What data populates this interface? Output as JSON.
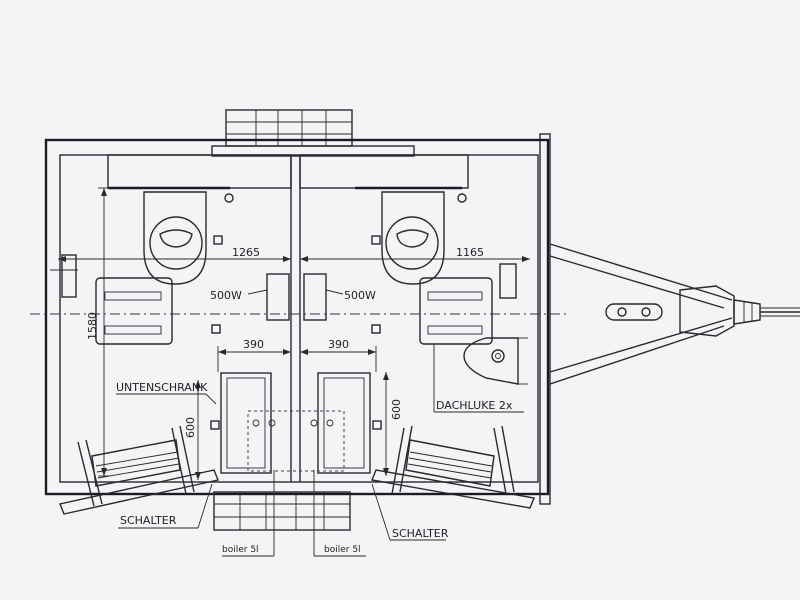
{
  "diagram": {
    "labels": {
      "dim_left_width": "1265",
      "dim_right_width": "1165",
      "dim_height": "1580",
      "power_left": "500W",
      "power_right": "500W",
      "dim_door_left": "390",
      "dim_door_right": "390",
      "dim_600_left": "600",
      "dim_600_right": "600",
      "cabinet": "UNTENSCHRANK",
      "roof_hatch": "DACHLUKE 2x",
      "switch_left": "SCHALTER",
      "switch_right": "SCHALTER",
      "boiler_left": "boiler 5l",
      "boiler_right": "boiler 5l"
    }
  }
}
